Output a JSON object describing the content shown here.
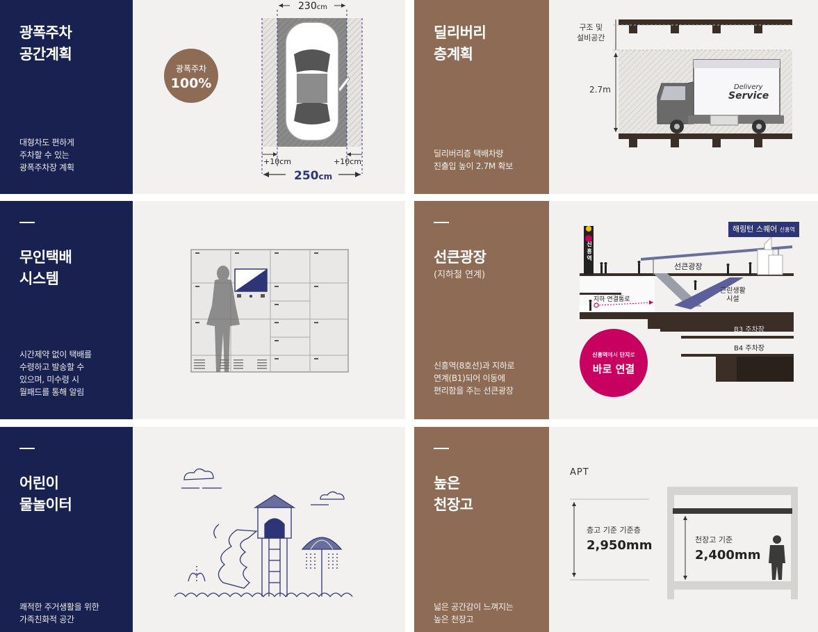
{
  "panels": {
    "parking": {
      "title": "광폭주차\n공간계획",
      "desc": "대형차도 편하게\n주차할 수 있는\n광폭주차장 계획",
      "badge_label": "광폭주차",
      "badge_value": "100%",
      "dim_top_value": "230",
      "dim_top_unit": "cm",
      "dim_side_left": "+10cm",
      "dim_side_right": "+10cm",
      "dim_bottom_value": "250",
      "dim_bottom_unit": "cm"
    },
    "delivery": {
      "title": "딜리버리\n층계획",
      "desc": "딜리버리층 택배차량\n진출입 높이 2.7M 확보",
      "label_struct": "구조 및\n설비공간",
      "label_height": "2.7m",
      "truck_text_1": "Delivery",
      "truck_text_2": "Service"
    },
    "locker": {
      "title": "무인택배\n시스템",
      "desc": "시간제약 없이 택배를\n수령하고 발송할 수\n있으며, 미수령 시\n월패드를 통해 알림"
    },
    "plaza": {
      "title": "선큰광장",
      "subtitle": "(지하철 연계)",
      "desc": "신흥역(8호선)과 지하로\n연계(B1)되어 이동에\n편리함을 주는 선큰광장",
      "station_label": "신\n흥\n역",
      "tower_label": "해링턴 스퀘어",
      "tower_sub": "신흥역",
      "plaza_label": "선큰광장",
      "underpass_label": "지하 연결통로",
      "facility_label": "근린생활\n시설",
      "b3_label": "B3 주차장",
      "b4_label": "B4 주차장",
      "badge_small_1": "신흥역",
      "badge_small_2": "에서 ",
      "badge_small_3": "단지",
      "badge_small_4": "로",
      "badge_big": "바로 연결"
    },
    "playground": {
      "title": "어린이\n물놀이터",
      "desc": "쾌적한 주거생활을 위한\n가족친화적 공간"
    },
    "ceiling": {
      "title": "높은\n천장고",
      "desc": "넓은 공간감이 느껴지는\n높은 천장고",
      "apt_label": "APT",
      "floor_label": "층고 기준 기준층",
      "floor_value": "2,950mm",
      "ceiling_label": "천장고 기준",
      "ceiling_value": "2,400mm"
    }
  },
  "colors": {
    "navy": "#18214f",
    "brown": "#8d6b54",
    "art_bg": "#f2f1ef",
    "magenta": "#c8005f",
    "purple": "#2e3576"
  }
}
